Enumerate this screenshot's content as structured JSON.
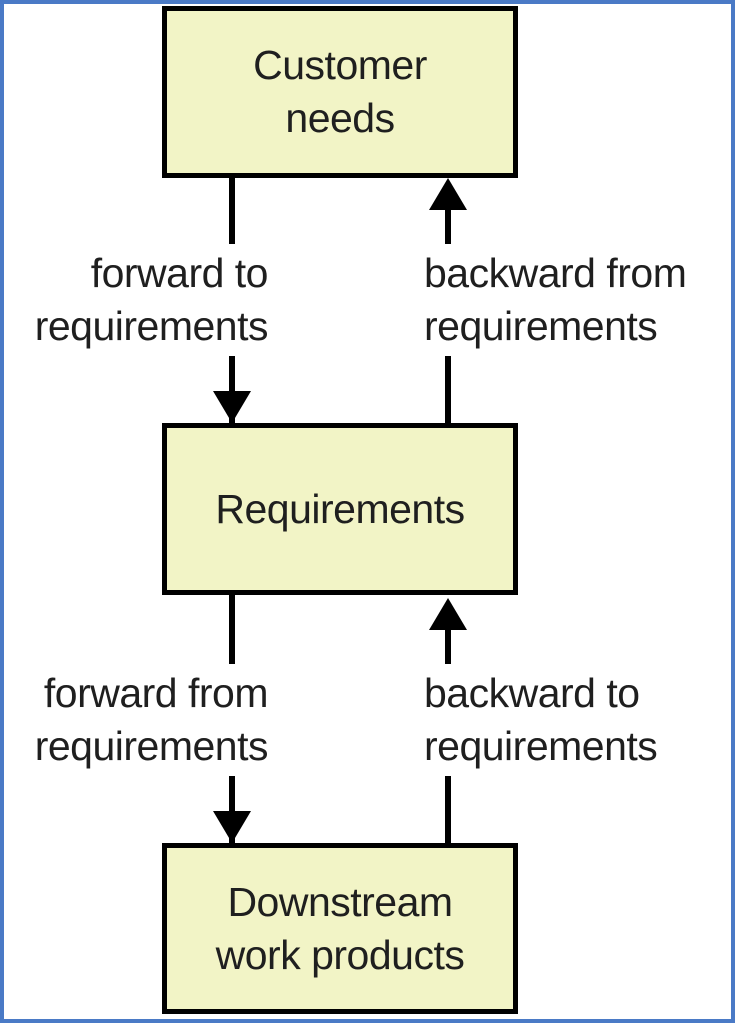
{
  "style": {
    "frame_border_color": "#4a7ac6",
    "box_fill_color": "#f2f4c6",
    "box_border_color": "#000000",
    "line_color": "#000000",
    "text_color": "#1f1f1f",
    "background_color": "#ffffff"
  },
  "nodes": {
    "customer_needs": {
      "label": "Customer\nneeds"
    },
    "requirements": {
      "label": "Requirements"
    },
    "downstream_work_products": {
      "label": "Downstream\nwork products"
    }
  },
  "edges": {
    "forward_to_requirements": {
      "label": "forward to\nrequirements",
      "from": "Customer needs",
      "to": "Requirements",
      "direction": "down"
    },
    "backward_from_requirements": {
      "label": "backward from\nrequirements",
      "from": "Requirements",
      "to": "Customer needs",
      "direction": "up"
    },
    "forward_from_requirements": {
      "label": "forward from\nrequirements",
      "from": "Requirements",
      "to": "Downstream work products",
      "direction": "down"
    },
    "backward_to_requirements": {
      "label": "backward to\nrequirements",
      "from": "Downstream work products",
      "to": "Requirements",
      "direction": "up"
    }
  }
}
